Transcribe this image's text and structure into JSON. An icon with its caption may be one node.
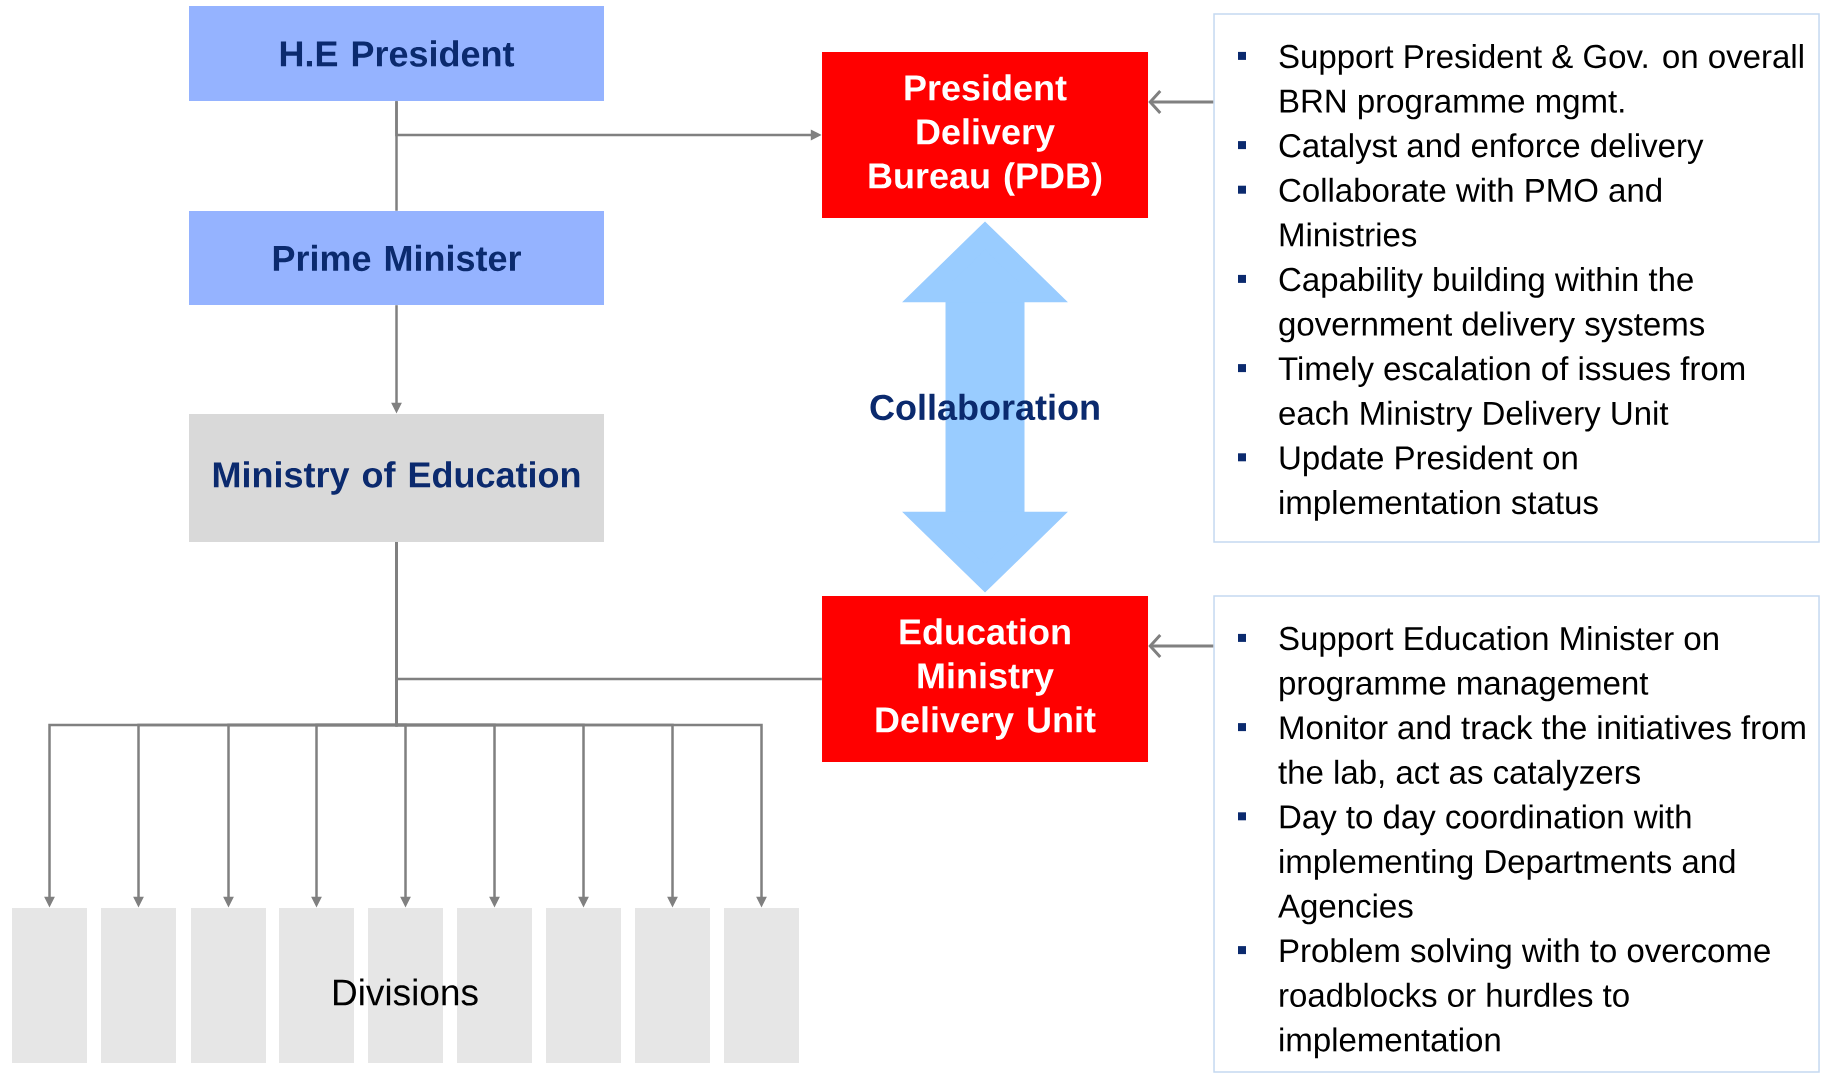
{
  "diagram": {
    "nodes": [
      {
        "text": [
          "H.E President"
        ]
      },
      {
        "text": [
          "Prime Minister"
        ]
      },
      {
        "text": [
          "Ministry of Education"
        ]
      },
      {
        "text": [
          "President Delivery Bureau (PDB)"
        ]
      },
      {
        "text": [
          "Education Ministry Delivery Unit"
        ]
      },
      {
        "text": [
          "Support President & Gov. on overall BRN programme mgmt.",
          "Catalyst and enforce delivery",
          "Collaborate with PMO and Ministries",
          "Capability building within the government delivery systems",
          "Timely escalation of issues from each Ministry Delivery Unit",
          "Update President on implementation status"
        ]
      },
      {
        "text": [
          "Support Education Minister on programme management",
          "Monitor and track the initiatives from the lab, act as catalyzers",
          "Day to day coordination with implementing Departments and Agencies",
          "Problem solving with to overcome roadblocks or hurdles to implementation"
        ]
      },
      {
        "text": [],
        "shape": "box"
      },
      {
        "text": [],
        "shape": "box"
      },
      {
        "text": [],
        "shape": "box"
      },
      {
        "text": [],
        "shape": "box"
      },
      {
        "text": [],
        "shape": "box"
      },
      {
        "text": [],
        "shape": "box"
      },
      {
        "text": [],
        "shape": "box"
      },
      {
        "text": [],
        "shape": "box"
      },
      {
        "text": [],
        "shape": "box"
      }
    ],
    "edges": [
      {
        "from": 0,
        "to": 1,
        "arrow": "none"
      },
      {
        "from": 0,
        "to": 3,
        "arrow": "to"
      },
      {
        "from": 1,
        "to": 2,
        "arrow": "to"
      },
      {
        "from": 2,
        "to": 4,
        "arrow": "none"
      },
      {
        "from": 2,
        "to": 7,
        "arrow": "to"
      },
      {
        "from": 2,
        "to": 8,
        "arrow": "to"
      },
      {
        "from": 2,
        "to": 9,
        "arrow": "to"
      },
      {
        "from": 2,
        "to": 10,
        "arrow": "to"
      },
      {
        "from": 2,
        "to": 11,
        "arrow": "to"
      },
      {
        "from": 2,
        "to": 12,
        "arrow": "to"
      },
      {
        "from": 2,
        "to": 13,
        "arrow": "to"
      },
      {
        "from": 2,
        "to": 14,
        "arrow": "to"
      },
      {
        "from": 2,
        "to": 15,
        "arrow": "to"
      },
      {
        "from": 5,
        "to": 3,
        "arrow": "to"
      },
      {
        "from": 6,
        "to": 4,
        "arrow": "to"
      },
      {
        "from": 3,
        "to": 4,
        "arrow": "both",
        "label": "Collaboration",
        "style": "thick",
        "color": "#99ccff"
      }
    ],
    "labels": [
      "Divisions"
    ]
  }
}
